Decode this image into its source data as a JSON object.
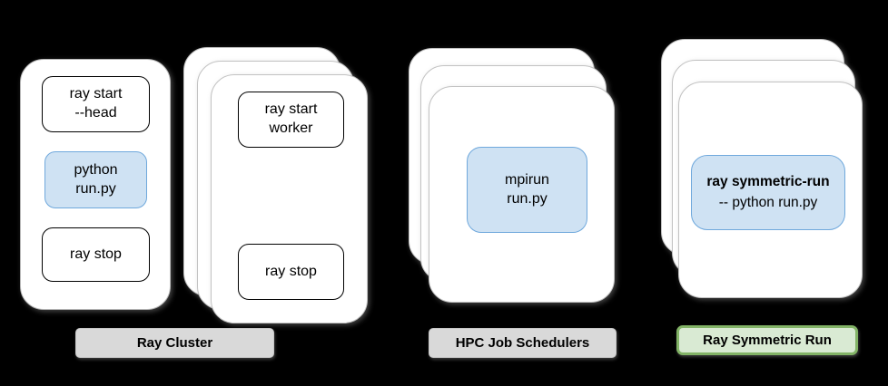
{
  "background_color": "#000000",
  "colors": {
    "card_bg": "#ffffff",
    "card_border": "#c2c2c2",
    "command_border": "#000000",
    "highlight_bg": "#cfe2f3",
    "highlight_border": "#6fa8dc",
    "gray_label_bg": "#d9d9d9",
    "green_label_bg": "#d9ead3",
    "green_label_border": "#82b366"
  },
  "ray_cluster": {
    "label": "Ray Cluster",
    "head_card": {
      "ray_start_head": {
        "line1": "ray start",
        "line2": "--head"
      },
      "python_run": {
        "line1": "python",
        "line2": "run.py"
      },
      "ray_stop": "ray stop"
    },
    "worker_card": {
      "ray_start_worker": {
        "line1": "ray start",
        "line2": "worker"
      },
      "ray_stop": "ray stop"
    }
  },
  "hpc": {
    "label": "HPC Job Schedulers",
    "mpirun": {
      "line1": "mpirun",
      "line2": "run.py"
    }
  },
  "symmetric_run": {
    "label": "Ray Symmetric Run",
    "command": {
      "line1": "ray symmetric-run",
      "line2": "-- python run.py"
    }
  }
}
